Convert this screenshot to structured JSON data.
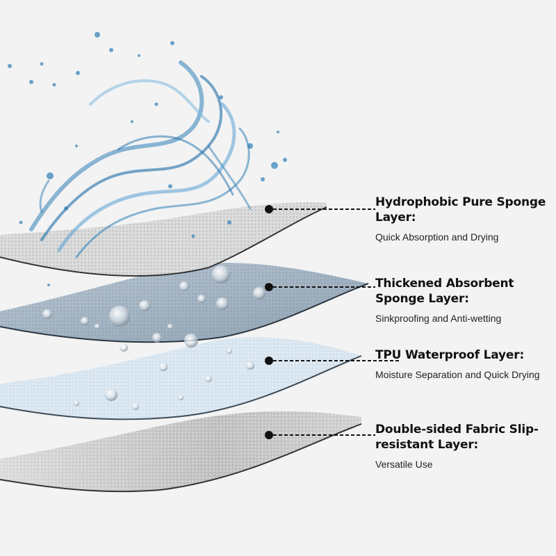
{
  "layers": [
    {
      "title": "Hydrophobic Pure Sponge Layer:",
      "description": "Quick Absorption and Drying"
    },
    {
      "title": "Thickened Absorbent Sponge Layer:",
      "description": "Sinkproofing and Anti-wetting"
    },
    {
      "title": "TPU Waterproof Layer:",
      "description": "Moisture Separation and Quick Drying"
    },
    {
      "title": "Double-sided Fabric Slip-resistant Layer:",
      "description": "Versatile Use"
    }
  ],
  "colors": {
    "background": "#f3f3f3",
    "sponge": "#d8d8d8",
    "absorbent": "#9fb1c2",
    "tpu": "#d3e2ee",
    "fabric": "#c9c9c9",
    "water": "#2f7fb6",
    "text": "#111111"
  },
  "icons": [
    "water-splash-icon",
    "water-droplet-icon"
  ]
}
